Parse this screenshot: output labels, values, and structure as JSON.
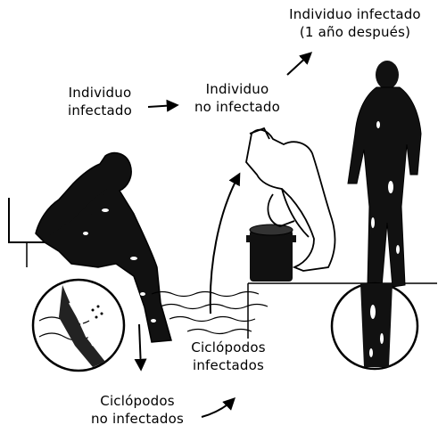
{
  "labels": {
    "infected_later_line1": "Individuo infectado",
    "infected_later_line2": "(1 año después)",
    "infected_line1": "Individuo",
    "infected_line2": "infectado",
    "uninfected_line1": "Individuo",
    "uninfected_line2": "no infectado",
    "copepods_infected_line1": "Ciclópodos",
    "copepods_infected_line2": "infectados",
    "copepods_uninfected_line1": "Ciclópodos",
    "copepods_uninfected_line2": "no infectados"
  },
  "colors": {
    "ink": "#000000",
    "paper": "#ffffff"
  }
}
